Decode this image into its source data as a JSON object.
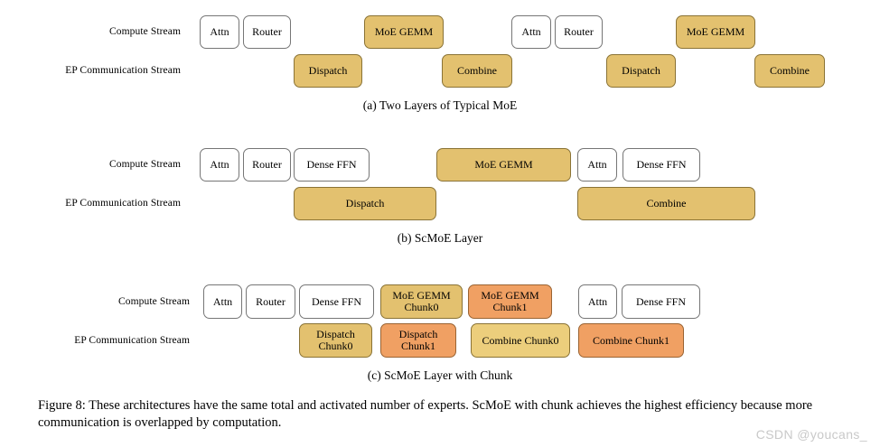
{
  "figure": {
    "caption_lead": "Figure 8:",
    "caption_text": "These architectures have the same total and activated number of experts. ScMoE with chunk achieves the highest efficiency because more communication is overlapped by computation.",
    "watermark": "CSDN @youcans_"
  },
  "colors": {
    "gold": "#e3c16f",
    "gold_light": "#ecce7c",
    "orange": "#f0a063",
    "white": "#ffffff",
    "border_gray": "#6b6b6b",
    "text": "#000000",
    "watermark": "#c9c9c9"
  },
  "labels": {
    "compute_stream": "Compute Stream",
    "ep_communication_stream": "EP Communication Stream"
  },
  "panels": [
    {
      "id": "a",
      "subcaption": "(a) Two Layers of Typical MoE",
      "compute_blocks": [
        {
          "label": "Attn",
          "color": "white"
        },
        {
          "label": "Router",
          "color": "white"
        },
        {
          "label": "MoE GEMM",
          "color": "gold"
        },
        {
          "label": "Attn",
          "color": "white"
        },
        {
          "label": "Router",
          "color": "white"
        },
        {
          "label": "MoE GEMM",
          "color": "gold"
        }
      ],
      "comm_blocks": [
        {
          "label": "Dispatch",
          "color": "gold"
        },
        {
          "label": "Combine",
          "color": "gold"
        },
        {
          "label": "Dispatch",
          "color": "gold"
        },
        {
          "label": "Combine",
          "color": "gold"
        }
      ]
    },
    {
      "id": "b",
      "subcaption": "(b) ScMoE Layer",
      "compute_blocks": [
        {
          "label": "Attn",
          "color": "white"
        },
        {
          "label": "Router",
          "color": "white"
        },
        {
          "label": "Dense FFN",
          "color": "white"
        },
        {
          "label": "MoE GEMM",
          "color": "gold"
        },
        {
          "label": "Attn",
          "color": "white"
        },
        {
          "label": "Dense FFN",
          "color": "white"
        }
      ],
      "comm_blocks": [
        {
          "label": "Dispatch",
          "color": "gold"
        },
        {
          "label": "Combine",
          "color": "gold"
        }
      ]
    },
    {
      "id": "c",
      "subcaption": "(c) ScMoE Layer with Chunk",
      "compute_blocks": [
        {
          "label": "Attn",
          "color": "white"
        },
        {
          "label": "Router",
          "color": "white"
        },
        {
          "label": "Dense FFN",
          "color": "white"
        },
        {
          "label_line1": "MoE GEMM",
          "label_line2": "Chunk0",
          "color": "gold"
        },
        {
          "label_line1": "MoE GEMM",
          "label_line2": "Chunk1",
          "color": "orange"
        },
        {
          "label": "Attn",
          "color": "white"
        },
        {
          "label": "Dense FFN",
          "color": "white"
        }
      ],
      "comm_blocks": [
        {
          "label_line1": "Dispatch",
          "label_line2": "Chunk0",
          "color": "gold"
        },
        {
          "label_line1": "Dispatch",
          "label_line2": "Chunk1",
          "color": "orange"
        },
        {
          "label": "Combine Chunk0",
          "color": "gold_light"
        },
        {
          "label": "Combine Chunk1",
          "color": "orange"
        }
      ]
    }
  ]
}
